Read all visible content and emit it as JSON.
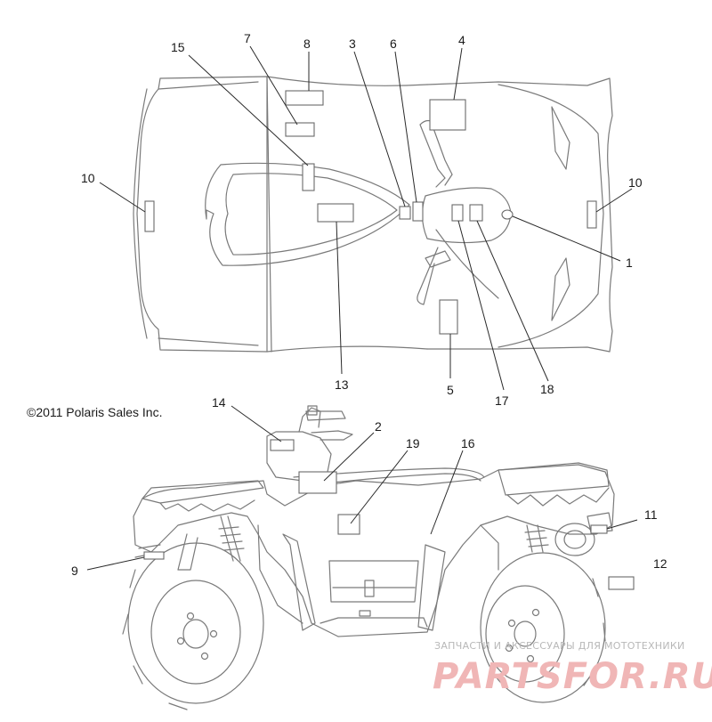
{
  "copyright": "©2011 Polaris Sales Inc.",
  "watermark": {
    "tagline": "ЗАПЧАСТИ И АКСЕССУАРЫ ДЛЯ МОТОТЕХНИКИ",
    "site": "PARTSFOR.RU"
  },
  "callouts": {
    "c1": "1",
    "c2": "2",
    "c3": "3",
    "c4": "4",
    "c5": "5",
    "c6": "6",
    "c7": "7",
    "c8": "8",
    "c9": "9",
    "c10a": "10",
    "c10b": "10",
    "c11": "11",
    "c12": "12",
    "c13": "13",
    "c14": "14",
    "c15": "15",
    "c16": "16",
    "c17": "17",
    "c18": "18",
    "c19": "19"
  },
  "colors": {
    "line": "#7a7a7a",
    "leader": "#2a2a2a",
    "watermark": "#f0b6b6"
  }
}
